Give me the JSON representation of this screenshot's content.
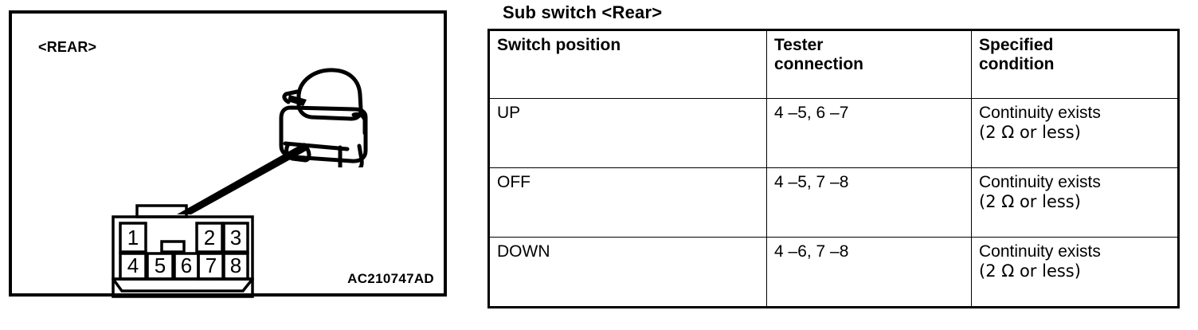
{
  "diagram": {
    "view_label": "<REAR>",
    "part_number": "AC210747AD",
    "connector": {
      "top_row_pins": [
        "1",
        "",
        "2",
        "3"
      ],
      "bottom_row_pins": [
        "4",
        "5",
        "6",
        "7",
        "8"
      ]
    },
    "icons": {
      "switch": "switch-assembly-icon",
      "connector": "connector-icon",
      "pointer": "pointer-wedge-icon"
    }
  },
  "table_section": {
    "title": "Sub switch <Rear>",
    "headers": [
      "Switch position",
      "Tester\nconnection",
      "Specified\ncondition"
    ],
    "header_lines": {
      "col1": [
        "Switch position"
      ],
      "col2": [
        "Tester",
        "connection"
      ],
      "col3": [
        "Specified",
        "condition"
      ]
    },
    "rows": [
      {
        "position": "UP",
        "tester_connection": "4 –5, 6 –7",
        "condition_line1": "Continuity exists",
        "condition_line2": "(2 Ω or less)"
      },
      {
        "position": "OFF",
        "tester_connection": "4 –5, 7 –8",
        "condition_line1": "Continuity exists",
        "condition_line2": "(2 Ω or less)"
      },
      {
        "position": "DOWN",
        "tester_connection": "4 –6, 7 –8",
        "condition_line1": "Continuity exists",
        "condition_line2": "(2 Ω or less)"
      }
    ]
  },
  "colors": {
    "ink": "#000000",
    "paper": "#ffffff"
  }
}
